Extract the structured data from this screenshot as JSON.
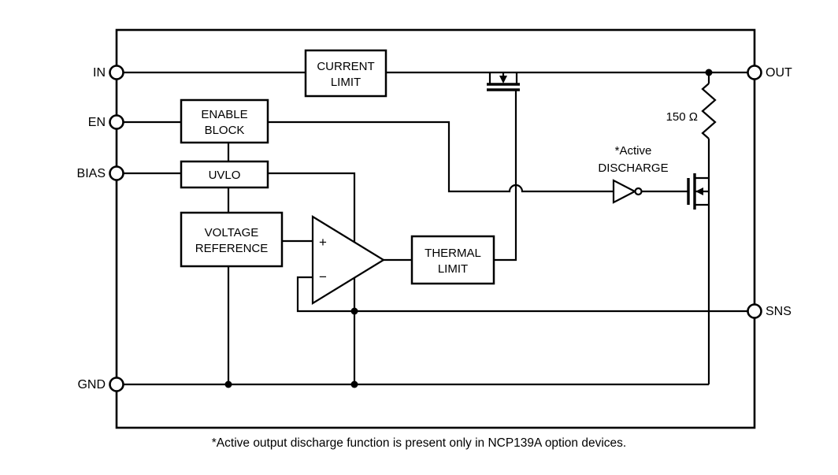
{
  "diagram": {
    "title_implicit": "NCP139A LDO block diagram",
    "pins": {
      "in": "IN",
      "en": "EN",
      "bias": "BIAS",
      "gnd": "GND",
      "out": "OUT",
      "sns": "SNS"
    },
    "blocks": {
      "current_limit": {
        "line1": "CURRENT",
        "line2": "LIMIT"
      },
      "enable_block": {
        "line1": "ENABLE",
        "line2": "BLOCK"
      },
      "uvlo": {
        "label": "UVLO"
      },
      "voltage_reference": {
        "line1": "VOLTAGE",
        "line2": "REFERENCE"
      },
      "thermal_limit": {
        "line1": "THERMAL",
        "line2": "LIMIT"
      }
    },
    "error_amp": {
      "plus": "+",
      "minus": "−"
    },
    "resistor": {
      "label": "150 Ω"
    },
    "active_discharge": {
      "line1": "*Active",
      "line2": "DISCHARGE"
    },
    "footnote": "*Active output discharge function is present only in NCP139A option devices.",
    "colors": {
      "line": "#000000",
      "background": "#ffffff"
    }
  }
}
